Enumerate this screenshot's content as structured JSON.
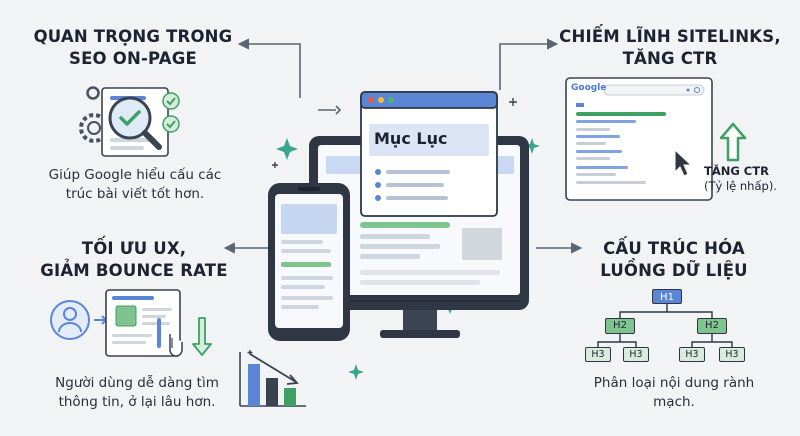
{
  "top_left": {
    "heading_line1": "QUAN TRỌNG TRONG",
    "heading_line2": "SEO ON-PAGE",
    "desc_line1": "Giúp Google hiểu cấu các",
    "desc_line2": "trúc bài viết tốt hơn."
  },
  "top_right": {
    "heading_line1": "CHIẾM LĨNH SITELINKS,",
    "heading_line2": "TĂNG CTR",
    "google_label": "Google",
    "ctr_label": "TĂNG CTR",
    "ctr_sub": "(Tỷ lệ nhấp)."
  },
  "bottom_left": {
    "heading_line1": "TỐI ƯU UX,",
    "heading_line2": "GIẢM BOUNCE RATE",
    "desc_line1": "Người dùng dễ dàng tìm",
    "desc_line2": "thông tin, ở lại lâu hơn."
  },
  "bottom_right": {
    "heading_line1": "CẤU TRÚC HÓA",
    "heading_line2": "LUỒNG DỮ LIỆU",
    "h1": "H1",
    "h2": "H2",
    "h3": "H3",
    "desc_line1": "Phân loại nội dung rành",
    "desc_line2": "mạch."
  },
  "center": {
    "toc_title": "Mục Lục"
  },
  "colors": {
    "accent_blue": "#5b86d6",
    "accent_green": "#3ea063",
    "dark": "#2b3340",
    "background": "#f1f3f5"
  }
}
